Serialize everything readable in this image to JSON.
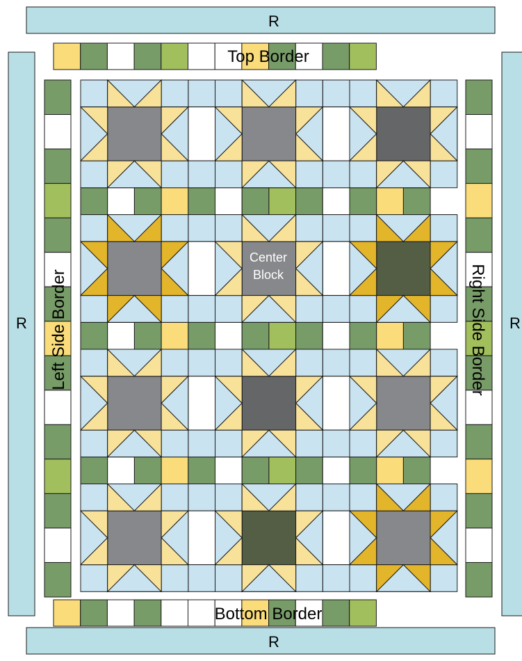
{
  "labels": {
    "rail": "R",
    "top_border": "Top Border",
    "bottom_border": "Bottom Border",
    "left_border": "Left Side Border",
    "right_border": "Right Side Border",
    "center_line1": "Center",
    "center_line2": "Block"
  },
  "colors": {
    "rail": "#b9dfe6",
    "light_blue": "#c9e3f0",
    "cream": "#f8e29a",
    "gold": "#e3b52a",
    "med_yellow": "#f8d873",
    "green": "#779c68",
    "lime": "#a2bf5d",
    "white": "#ffffff",
    "gray": "#87888b",
    "dark_gray": "#656668",
    "olive_dark": "#535e45",
    "yellow_sq": "#fadc7a",
    "line": "#1a1a1a"
  },
  "quilt": {
    "block_variants": [
      [
        "pale",
        "pale",
        "pale"
      ],
      [
        "gold",
        "pale",
        "gold"
      ],
      [
        "pale",
        "pale",
        "pale"
      ],
      [
        "pale",
        "pale",
        "gold"
      ]
    ],
    "block_centers": [
      [
        "gray",
        "gray",
        "dark_gray"
      ],
      [
        "gray",
        "gray",
        "olive_dark"
      ],
      [
        "gray",
        "dark_gray",
        "gray"
      ],
      [
        "gray",
        "olive_dark",
        "gray"
      ]
    ],
    "sash_row_pattern": [
      "light_blue",
      "light_blue",
      "light_blue",
      "green",
      "light_blue",
      "light_blue",
      "light_blue",
      "green",
      "light_blue",
      "light_blue",
      "light_blue",
      "green",
      "light_blue"
    ],
    "sash_row_middle": [
      "green",
      "white",
      "green",
      "yellow_sq",
      "green",
      "white",
      "green",
      "lime",
      "green",
      "white",
      "green",
      "yellow_sq",
      "green"
    ],
    "sash_col_cells": [
      "light_blue",
      "white",
      "light_blue"
    ],
    "top_border": [
      "yellow_sq",
      "green",
      "white",
      "green",
      "lime",
      "white",
      "white",
      "yellow_sq",
      "green",
      "white",
      "green",
      "lime"
    ],
    "bottom_border": [
      "yellow_sq",
      "green",
      "white",
      "green",
      "white",
      "white",
      "white",
      "yellow_sq",
      "green",
      "white",
      "green",
      "lime"
    ],
    "left_border": [
      "green",
      "white",
      "green",
      "lime",
      "green",
      "white",
      "green",
      "yellow_sq",
      "green",
      "white",
      "green",
      "lime",
      "green",
      "white",
      "green"
    ],
    "right_border": [
      "green",
      "white",
      "green",
      "yellow_sq",
      "green",
      "white",
      "green",
      "lime",
      "green",
      "white",
      "green",
      "yellow_sq",
      "green",
      "white",
      "green"
    ]
  }
}
